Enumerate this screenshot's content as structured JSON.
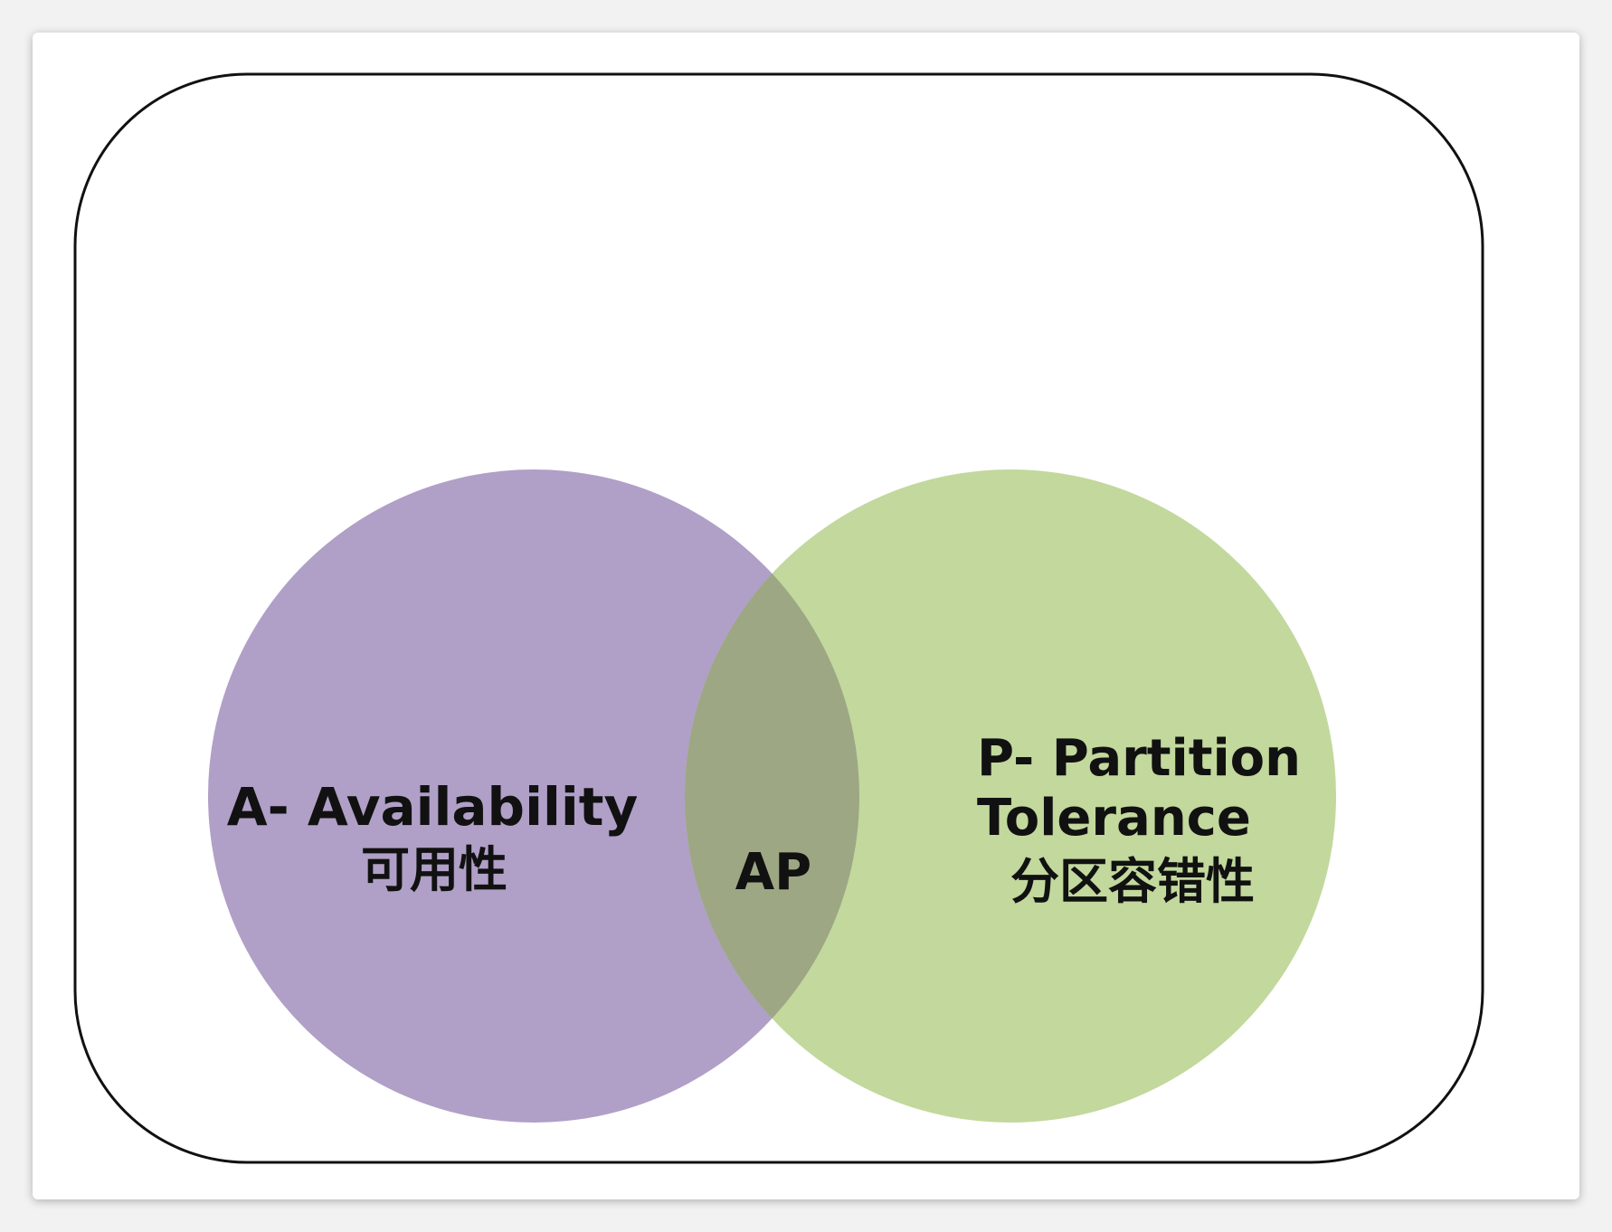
{
  "diagram": {
    "circle_a": {
      "label_line1": "A- Availability",
      "label_line2": "可用性",
      "color": "#b09fc7"
    },
    "circle_p": {
      "label_line1": "P- Partition",
      "label_line2": "Tolerance",
      "label_line3": "分区容错性",
      "color": "#c2d89d"
    },
    "intersection": {
      "label": "AP",
      "color": "#9da784"
    },
    "frame_stroke": "#111111"
  }
}
